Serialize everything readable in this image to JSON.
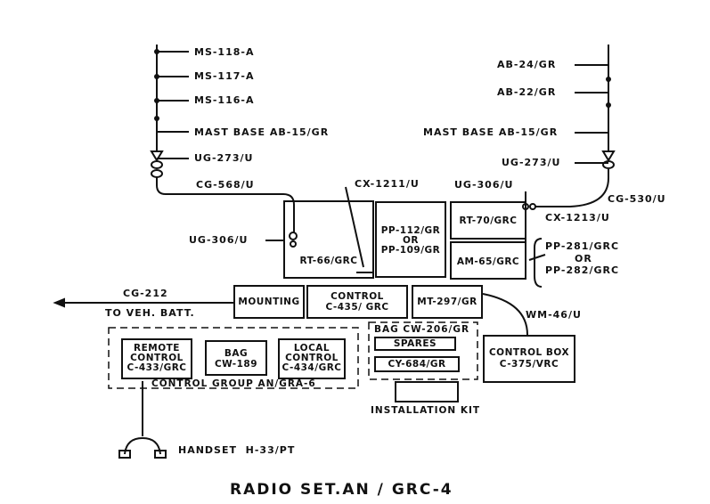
{
  "title": "RADIO SET.AN / GRC-4",
  "left_antenna": {
    "items": [
      "MS-118-A",
      "MS-117-A",
      "MS-116-A",
      "MAST BASE AB-15/GR"
    ],
    "coupler": "UG-273/U",
    "cable": "CG-568/U",
    "connector": "UG-306/U"
  },
  "right_antenna": {
    "items": [
      "AB-24/GR",
      "AB-22/GR",
      "MAST BASE AB-15/GR"
    ],
    "coupler": "UG-273/U",
    "cable": "CG-530/U",
    "connector": "UG-306/U"
  },
  "cables": {
    "cx1211": "CX-1211/U",
    "cx1213": "CX-1213/U",
    "cg212": "CG-212",
    "to_batt": "TO VEH. BATT.",
    "wm46": "WM-46/U"
  },
  "units": {
    "rt66": "RT-66/GRC",
    "pp112": [
      "PP-112/GR",
      "OR",
      "PP-109/GR"
    ],
    "rt70": "RT-70/GRC",
    "am65": "AM-65/GRC",
    "pp281": [
      "PP-281/GRC",
      "OR",
      "PP-282/GRC"
    ],
    "mounting": "MOUNTING",
    "control": [
      "CONTROL",
      "C-435/ GRC"
    ],
    "mt297": "MT-297/GR",
    "control_box": [
      "CONTROL BOX",
      "C-375/VRC"
    ]
  },
  "control_group": {
    "label": "CONTROL GROUP AN/GRA-6",
    "remote": [
      "REMOTE",
      "CONTROL",
      "C-433/GRC"
    ],
    "bag": [
      "BAG",
      "CW-189"
    ],
    "local": [
      "LOCAL",
      "CONTROL",
      "C-434/GRC"
    ]
  },
  "install": {
    "bag": "BAG CW-206/GR",
    "spares": "SPARES",
    "cy684": "CY-684/GR",
    "kit": "INSTALLATION KIT"
  },
  "handset": "HANDSET  H-33/PT"
}
